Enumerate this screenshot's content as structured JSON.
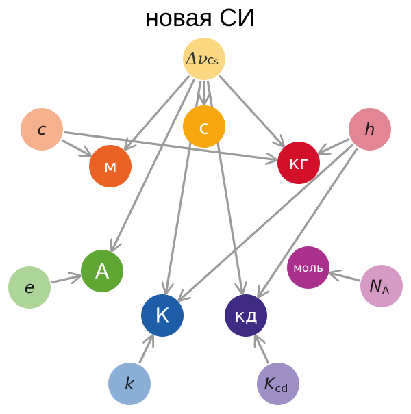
{
  "title": "новая СИ",
  "nodes": {
    "dnu": {
      "label": "Δν",
      "sub": "Cs",
      "color": "#FDD883"
    },
    "c": {
      "label": "c",
      "sub": "",
      "color": "#F5B08E"
    },
    "s": {
      "label": "с",
      "sub": "",
      "color": "#F7A70E"
    },
    "h": {
      "label": "h",
      "sub": "",
      "color": "#E38694"
    },
    "m": {
      "label": "м",
      "sub": "",
      "color": "#EB6225"
    },
    "kg": {
      "label": "кг",
      "sub": "",
      "color": "#D2102A"
    },
    "e": {
      "label": "e",
      "sub": "",
      "color": "#ADD59A"
    },
    "A": {
      "label": "А",
      "sub": "",
      "color": "#5FA632"
    },
    "mol": {
      "label": "моль",
      "sub": "",
      "color": "#A9308B"
    },
    "NA": {
      "label": "N",
      "sub": "A",
      "color": "#D59BC6"
    },
    "K": {
      "label": "К",
      "sub": "",
      "color": "#1E5DA8"
    },
    "cd": {
      "label": "кд",
      "sub": "",
      "color": "#3F2B84"
    },
    "k": {
      "label": "k",
      "sub": "",
      "color": "#8AAED6"
    },
    "Kcd": {
      "label": "K",
      "sub": "cd",
      "color": "#9E8FC4"
    }
  },
  "edges": [
    [
      "dnu",
      "s"
    ],
    [
      "dnu",
      "m"
    ],
    [
      "dnu",
      "kg"
    ],
    [
      "dnu",
      "A"
    ],
    [
      "dnu",
      "K"
    ],
    [
      "dnu",
      "cd"
    ],
    [
      "c",
      "m"
    ],
    [
      "c",
      "kg"
    ],
    [
      "h",
      "kg"
    ],
    [
      "h",
      "K"
    ],
    [
      "h",
      "cd"
    ],
    [
      "e",
      "A"
    ],
    [
      "NA",
      "mol"
    ],
    [
      "k",
      "K"
    ],
    [
      "Kcd",
      "cd"
    ]
  ]
}
